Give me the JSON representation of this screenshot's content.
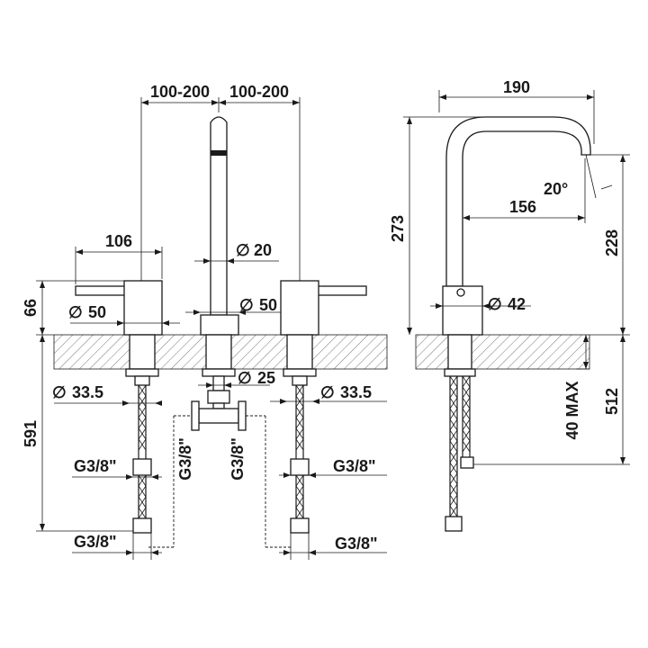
{
  "labels": {
    "spacing_left": "100-200",
    "spacing_right": "100-200",
    "handle_length": "106",
    "spout_diameter": "20",
    "height_above_deck": "66",
    "body_dia_left": "50",
    "body_dia_center": "50",
    "shank_dia_left": "33.5",
    "shank_dia_right": "33.5",
    "connector_dia": "25",
    "hose_length": "591",
    "thread_left_mid": "G3/8\"",
    "thread_left_bottom": "G3/8\"",
    "thread_center_left": "G3/8\"",
    "thread_center_right": "G3/8\"",
    "thread_right_mid": "G3/8\"",
    "thread_right_bottom": "G3/8\"",
    "spout_reach": "190",
    "spout_height": "273",
    "spout_angle": "20°",
    "spout_inner_reach": "156",
    "spout_outlet_height": "228",
    "side_body_dia": "42",
    "max_deck_thickness": "40 MAX",
    "below_deck_length": "512"
  },
  "symbols": {
    "diameter": "∅"
  },
  "colors": {
    "line": "#1a1a1a",
    "background": "#ffffff"
  }
}
